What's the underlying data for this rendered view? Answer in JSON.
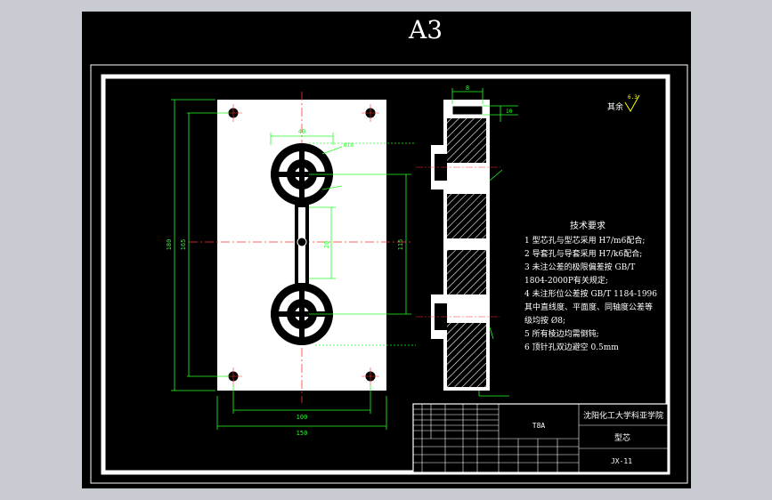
{
  "sheet": {
    "size_label": "A3",
    "roughness_label": "其余",
    "roughness_value": "6.3"
  },
  "dims": {
    "left_height_outer": "180",
    "left_height_inner": "165",
    "left_width_outer": "150",
    "left_width_inner": "100",
    "mid_height": "115",
    "center_dim": "40",
    "slot_dim": "20",
    "top_hole_dim": "Ø18",
    "right_dim_top": "8",
    "right_dim_side": "10"
  },
  "notes": {
    "title": "技术要求",
    "lines": [
      "1 型芯孔与型芯采用 H7/m6配合;",
      "2 导套孔与导套采用 H7/k6配合;",
      "3 未注公差的极限偏差按 GB/T",
      "1804-2000P有关规定;",
      "4 未注形位公差按 GB/T 1184-1996",
      "其中直线度、平面度、同轴度公差等",
      "级均按 Ø8;",
      "5 所有棱边均需倒钝;",
      "6 顶针孔双边避空 0.5mm"
    ]
  },
  "title_block": {
    "material": "T8A",
    "school": "沈阳化工大学科亚学院",
    "part_name": "型芯",
    "drawing_no": "JX-11"
  }
}
